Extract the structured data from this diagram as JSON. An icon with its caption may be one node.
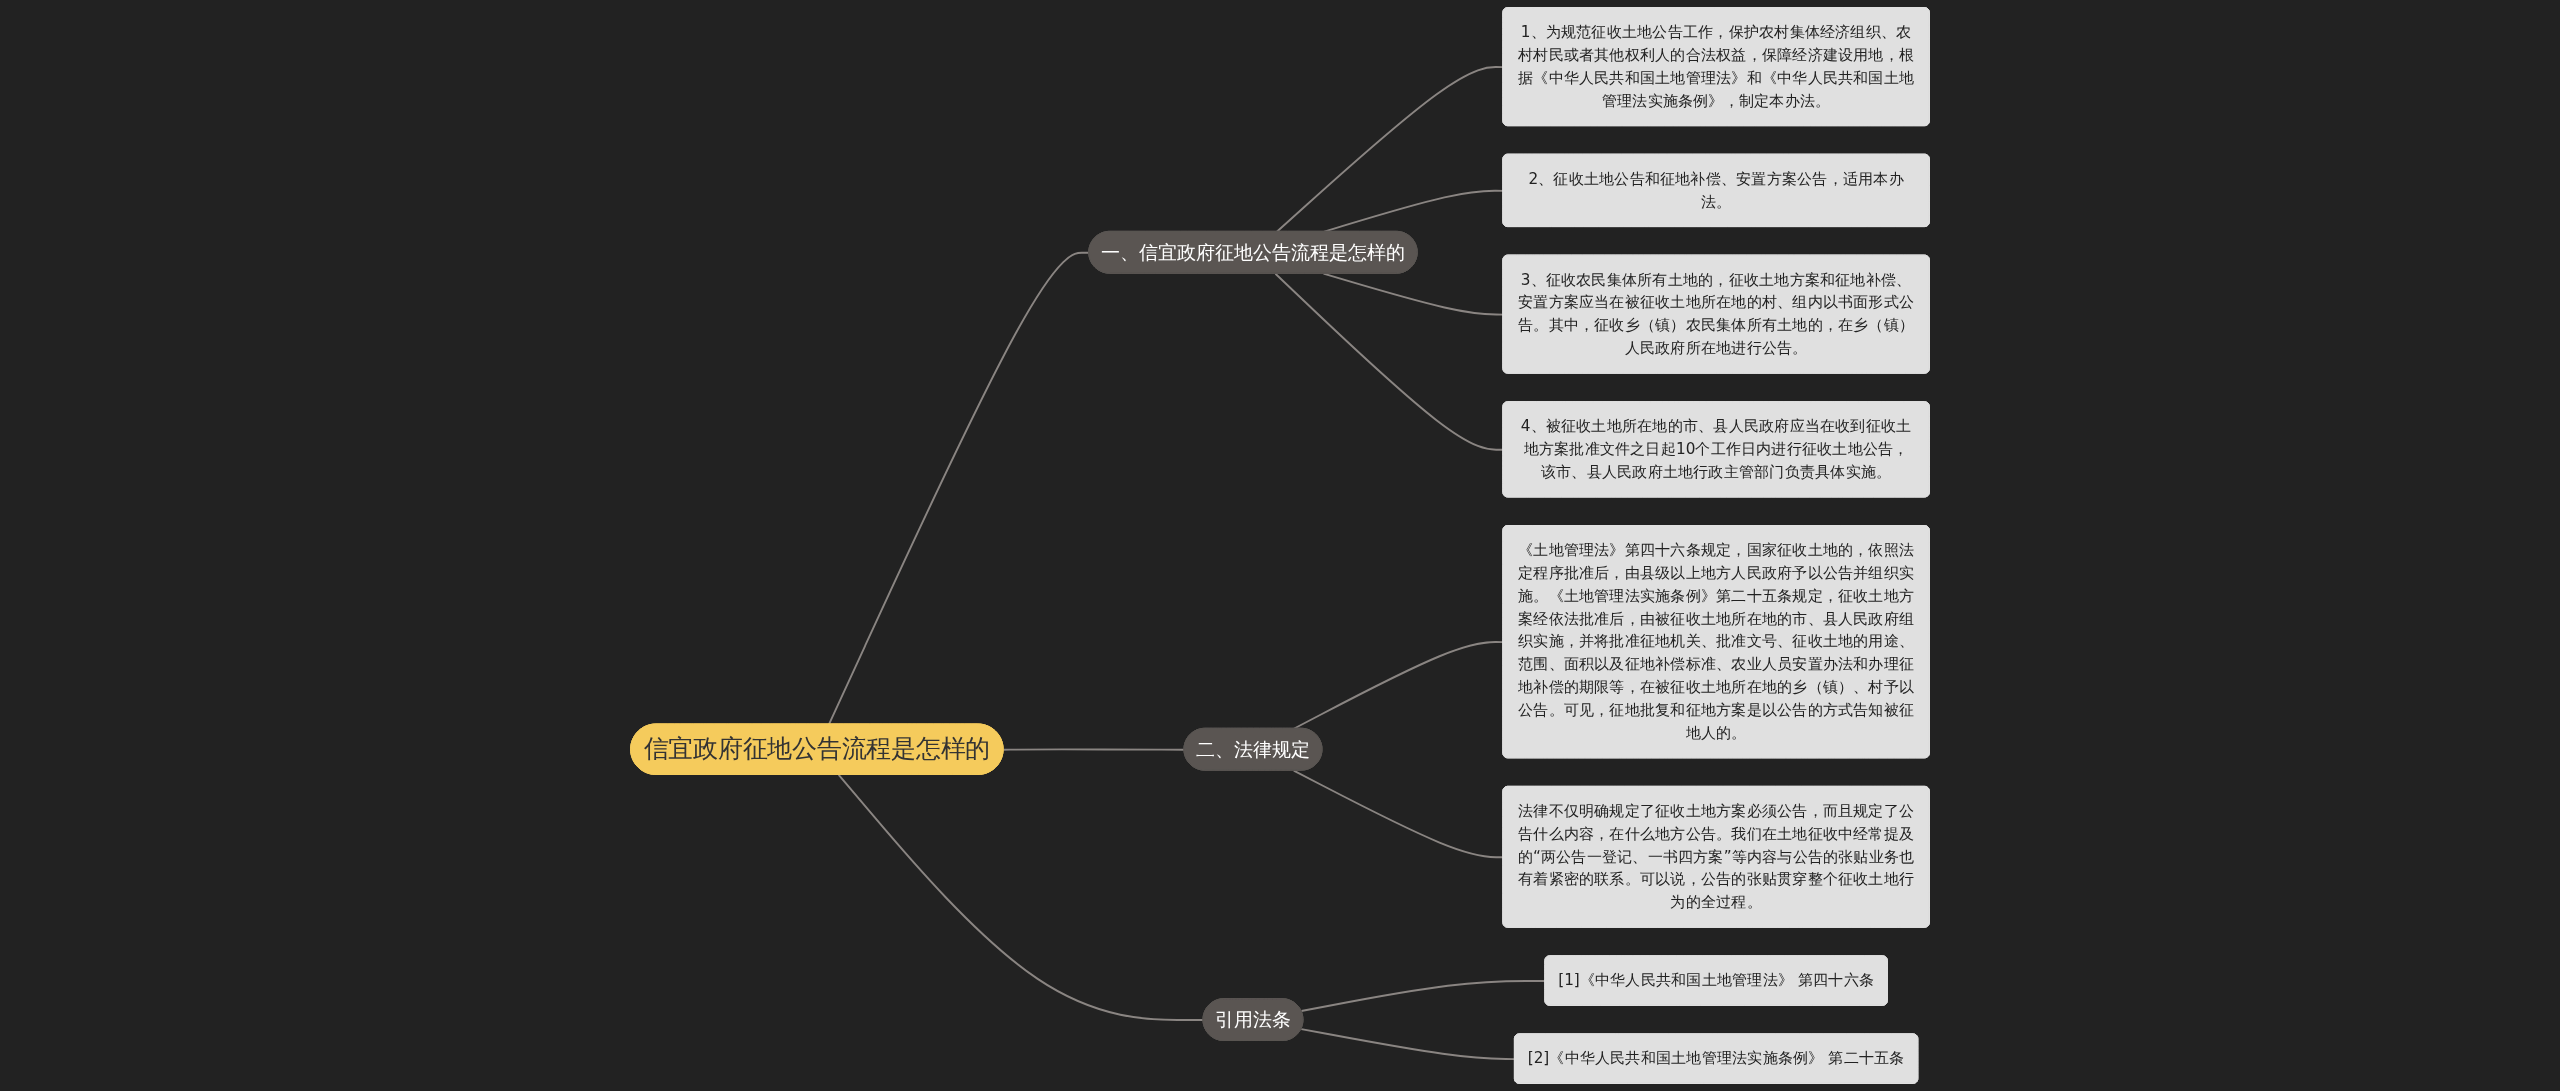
{
  "diagram": {
    "nodes": [
      {
        "text": [
          "信宜政府征地公告流程是怎样的"
        ]
      },
      {
        "text": [
          "一、信宜政府征地公告流程是怎样的"
        ]
      },
      {
        "text": [
          "1、为规范征收土地公告工作，保护农村集体经济组织、农村村民或者其他权利人的合法权益，保障经济建设用地，根据《中华人民共和国土地管理法》和《中华人民共和国土地管理法实施条例》，制定本办法。"
        ]
      },
      {
        "text": [
          "2、征收土地公告和征地补偿、安置方案公告，适用本办法。"
        ]
      },
      {
        "text": [
          "3、征收农民集体所有土地的，征收土地方案和征地补偿、安置方案应当在被征收土地所在地的村、组内以书面形式公告。其中，征收乡（镇）农民集体所有土地的，在乡（镇）人民政府所在地进行公告。"
        ]
      },
      {
        "text": [
          "4、被征收土地所在地的市、县人民政府应当在收到征收土地方案批准文件之日起10个工作日内进行征收土地公告，该市、县人民政府土地行政主管部门负责具体实施。"
        ]
      },
      {
        "text": [
          "二、法律规定"
        ]
      },
      {
        "text": [
          "《土地管理法》第四十六条规定，国家征收土地的，依照法定程序批准后，由县级以上地方人民政府予以公告并组织实施。《土地管理法实施条例》第二十五条规定，征收土地方案经依法批准后，由被征收土地所在地的市、县人民政府组织实施，并将批准征地机关、批准文号、征收土地的用途、范围、面积以及征地补偿标准、农业人员安置办法和办理征地补偿的期限等，在被征收土地所在地的乡（镇）、村予以公告。可见，征地批复和征地方案是以公告的方式告知被征地人的。"
        ]
      },
      {
        "text": [
          "法律不仅明确规定了征收土地方案必须公告，而且规定了公告什么内容，在什么地方公告。我们在土地征收中经常提及的“两公告一登记、一书四方案”等内容与公告的张贴业务也有着紧密的联系。可以说，公告的张贴贯穿整个征收土地行为的全过程。"
        ]
      },
      {
        "text": [
          "引用法条"
        ]
      },
      {
        "text": [
          "[1]《中华人民共和国土地管理法》 第四十六条"
        ]
      },
      {
        "text": [
          "[2]《中华人民共和国土地管理法实施条例》 第二十五条"
        ]
      }
    ],
    "edges": [
      {
        "from": 0,
        "to": 1,
        "arrow": "none"
      },
      {
        "from": 1,
        "to": 2,
        "arrow": "none"
      },
      {
        "from": 1,
        "to": 3,
        "arrow": "none"
      },
      {
        "from": 1,
        "to": 4,
        "arrow": "none"
      },
      {
        "from": 1,
        "to": 5,
        "arrow": "none"
      },
      {
        "from": 0,
        "to": 6,
        "arrow": "none"
      },
      {
        "from": 6,
        "to": 7,
        "arrow": "none"
      },
      {
        "from": 6,
        "to": 8,
        "arrow": "none"
      },
      {
        "from": 0,
        "to": 9,
        "arrow": "none"
      },
      {
        "from": 9,
        "to": 10,
        "arrow": "none"
      },
      {
        "from": 9,
        "to": 11,
        "arrow": "none"
      }
    ]
  }
}
